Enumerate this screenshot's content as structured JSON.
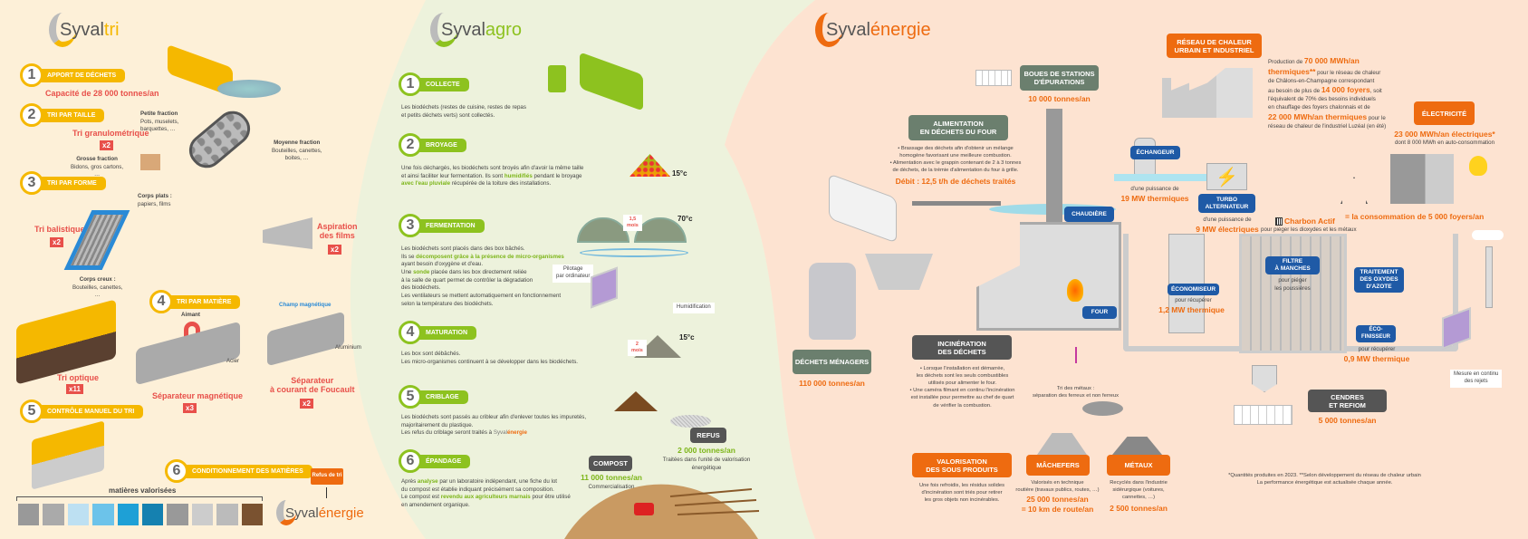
{
  "colors": {
    "tri": "#f5b800",
    "agro": "#8dc21f",
    "energie": "#ee6b10",
    "red": "#e8504a",
    "blue": "#1f5aa6"
  },
  "syvaltri": {
    "logo": {
      "prefix": "Syval",
      "suffix": "tri"
    },
    "steps": [
      {
        "num": "1",
        "label": "APPORT DE DÉCHETS"
      },
      {
        "num": "2",
        "label": "TRI PAR TAILLE"
      },
      {
        "num": "3",
        "label": "TRI PAR FORME"
      },
      {
        "num": "4",
        "label": "TRI PAR MATIÈRE"
      },
      {
        "num": "5",
        "label": "CONTRÔLE MANUEL DU TRI"
      },
      {
        "num": "6",
        "label": "CONDITIONNEMENT DES MATIÈRES"
      }
    ],
    "capacity": "Capacité de 28 000 tonnes/an",
    "granulo": {
      "title": "Tri granulométrique",
      "count": "x2"
    },
    "petite": {
      "title": "Petite fraction",
      "desc": "Pots, muselets,\nbarquettes, …"
    },
    "moyenne": {
      "title": "Moyenne fraction",
      "desc": "Bouteilles, canettes,\nboites, …"
    },
    "grosse": {
      "title": "Grosse fraction",
      "desc": "Bidons, gros cartons,\n…"
    },
    "plats": {
      "title": "Corps plats :",
      "desc": "papiers, films"
    },
    "balistique": {
      "title": "Tri balistique",
      "count": "x2"
    },
    "aspiration": {
      "title": "Aspiration\ndes films",
      "count": "x2"
    },
    "creux": {
      "title": "Corps creux :",
      "desc": "Bouteilles, canettes,\n…"
    },
    "aimant": "Aimant",
    "acier": "Acier",
    "champ": "Champ magnétique",
    "aluminium": "Aluminium",
    "optique": {
      "title": "Tri optique",
      "count": "x11"
    },
    "magnetique": {
      "title": "Séparateur magnétique",
      "count": "x3"
    },
    "foucault": {
      "title": "Séparateur\nà courant de Foucault",
      "count": "x2"
    },
    "matieres": "matières valorisées",
    "refus": "Refus de tri",
    "energie_logo": {
      "prefix": "Syval",
      "suffix": "énergie"
    }
  },
  "syvalagro": {
    "logo": {
      "prefix": "Syval",
      "suffix": "agro"
    },
    "steps": [
      {
        "num": "1",
        "label": "COLLECTE",
        "text": [
          "Les biodéchets (restes de cuisine, restes de repas\net petits déchets verts) sont collectés."
        ]
      },
      {
        "num": "2",
        "label": "BROYAGE",
        "text": [
          "Une fois déchargés, les biodéchets sont broyés afin d'avoir la même taille\net ainsi faciliter leur fermentation. Ils sont ",
          "humidifiés",
          " pendant le broyage\n",
          "avec l'eau pluviale",
          " récupérée de la toiture des installations."
        ]
      },
      {
        "num": "3",
        "label": "FERMENTATION",
        "text": [
          "Les biodéchets sont placés dans des box bâchés.\nIls se ",
          "décomposent grâce à la présence de micro-organismes",
          "\nayant besoin d'oxygène et d'eau.\nUne ",
          "sonde",
          " placée dans les box directement reliée\nà la salle de quart permet de contrôler la dégradation\ndes biodéchets.\nLes ventilateurs se mettent automatiquement en fonctionnement\nselon la température des biodéchets."
        ]
      },
      {
        "num": "4",
        "label": "MATURATION",
        "text": [
          "Les box sont débâchés.\nLes micro-organismes continuent à se développer dans les biodéchets."
        ]
      },
      {
        "num": "5",
        "label": "CRIBLAGE",
        "text": [
          "Les biodéchets sont passés au cribleur afin d'enlever toutes les impuretés,\nmajoritairement du plastique.\nLes refus du criblage seront traités à "
        ]
      },
      {
        "num": "6",
        "label": "ÉPANDAGE",
        "text": [
          "Après ",
          "analyse",
          " par un laboratoire indépendant, une fiche du lot\ndu compost est établie indiquant précisément sa composition.\nLe compost est ",
          "revendu aux agriculteurs marnais",
          " pour être utilisé\nen amendement organique."
        ]
      }
    ],
    "temp1": "15°c",
    "temp2": "70°c",
    "temp3": "15°c",
    "duration1": "1,5\nmois",
    "duration2": "2\nmois",
    "pilotage": "Pilotage\npar ordinateur",
    "humidification": "Humidification",
    "compost": {
      "label": "COMPOST",
      "amount": "11 000 tonnes/an",
      "note": "Commercialisation"
    },
    "refus": {
      "label": "REFUS",
      "amount": "2 000 tonnes/an",
      "note": "Traitées dans l'unité de valorisation\nénergétique"
    }
  },
  "syvalenergie": {
    "logo": {
      "prefix": "Syval",
      "suffix": "énergie"
    },
    "boues": {
      "label": "BOUES DE STATIONS\nD'ÉPURATIONS",
      "amount": "10 000 tonnes/an"
    },
    "alimentation": {
      "label": "ALIMENTATION\nEN DÉCHETS DU FOUR",
      "text": "• Brassage des déchets afin d'obtenir un mélange\nhomogène favorisant une meilleure combustion.\n• Alimentation avec le grappin contenant de 2 à 3 tonnes\nde déchets, de la trémie d'alimentation du four à grille.",
      "debit": "Débit : 12,5 t/h de déchets traités"
    },
    "reseau": {
      "label": "RÉSEAU DE CHALEUR\nURBAIN ET INDUSTRIEL",
      "text": [
        "Production de ",
        "70 000 MWh/an\nthermiques**",
        " pour le réseau de chaleur\nde Châlons-en-Champagne correspondant\nau besoin de plus de ",
        "14 000 foyers",
        ", soit\nl'équivalent de 70% des besoins individuels\nen chauffage des foyers chalonnais et de\n",
        "22 000 MWh/an thermiques",
        " pour le\nréseau de chaleur de l'industriel Luzéal (en été)"
      ]
    },
    "electricite": {
      "label": "ÉLECTRICITÉ",
      "amount": "23 000 MWh/an électriques*",
      "note": "dont 8 000 MWh en auto-consommation",
      "equiv": "= la consommation de 5 000 foyers/an"
    },
    "echangeur": "ÉCHANGEUR",
    "chaudiere": {
      "label": "CHAUDIÈRE",
      "note": "d'une puissance de",
      "power": "19 MW thermiques"
    },
    "turbo": {
      "label": "TURBO\nALTERNATEUR",
      "note": "d'une puissance de",
      "power": "9 MW électriques"
    },
    "charbon": {
      "label": "Charbon Actif",
      "note": "pour piéger les dioxydes et les métaux"
    },
    "filtre": {
      "label": "FILTRE\nÀ MANCHES",
      "note": "pour piéger\nles poussières"
    },
    "economiseur": {
      "label": "ÉCONOMISEUR",
      "note": "pour récupérer",
      "power": "1,2 MW thermique"
    },
    "traitement": "TRAITEMENT\nDES OXYDES\nD'AZOTE",
    "ecofinisseur": {
      "label": "ÉCO-FINISSEUR",
      "note": "pour récupérer",
      "power": "0,9 MW thermique"
    },
    "mesure": "Mesure en continu\ndes rejets",
    "four": "FOUR",
    "dechets": {
      "label": "DÉCHETS MÉNAGERS",
      "amount": "110 000 tonnes/an"
    },
    "incineration": {
      "label": "INCINÉRATION\nDES DÉCHETS",
      "text": "• Lorsque l'installation est démarrée,\nles déchets sont les seuls combustibles\nutilisés pour alimenter le four.\n• Une caméra filmant en continu l'incinération\nest installée pour permettre au chef de quart\nde vérifier la combustion."
    },
    "tri_metaux": "Tri des métaux :\nséparation des ferreux et non ferreux",
    "valorisation": {
      "label": "VALORISATION\nDES SOUS PRODUITS",
      "text": "Une fois refroidis, les résidus solides\nd'incinération sont triés pour retirer\nles gros objets non incinérables."
    },
    "machefers": {
      "label": "MÂCHEFERS",
      "text": "Valorisés en technique\nroutière (travaux publics, routes, …)",
      "amount": "25 000 tonnes/an\n= 10 km de route/an"
    },
    "metaux": {
      "label": "MÉTAUX",
      "text": "Recyclés dans l'industrie\nsidérurgique (voitures,\ncannettes, …)",
      "amount": "2 500 tonnes/an"
    },
    "cendres": {
      "label": "CENDRES\nET REFIOM",
      "amount": "5 000 tonnes/an"
    },
    "footnote": "*Quantités produites en 2023. **Selon développement du réseau de chaleur urbain\nLa performance énergétique est actualisée chaque année."
  }
}
